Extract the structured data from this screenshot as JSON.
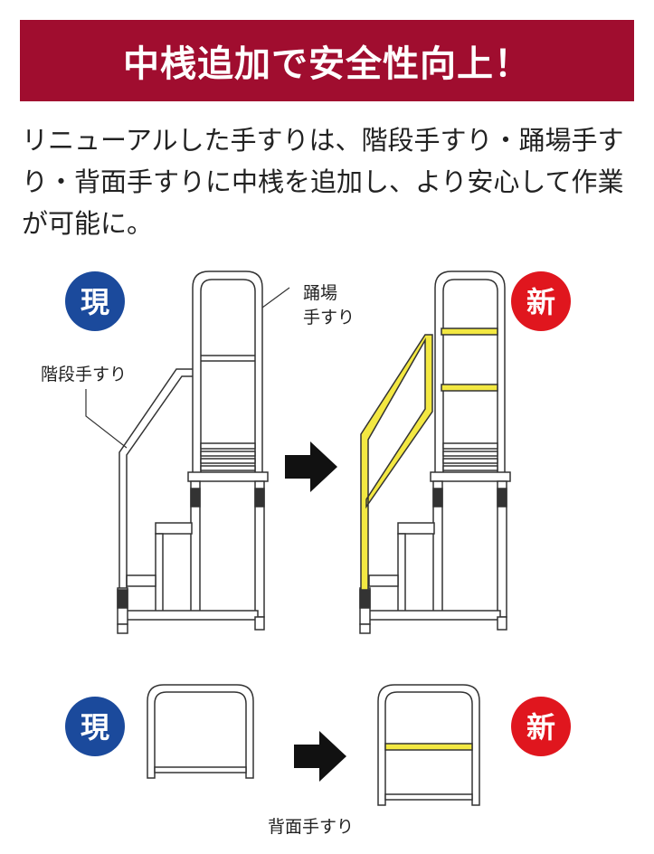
{
  "banner": {
    "title": "中桟追加で安全性向上！"
  },
  "description": "リニューアルした手すりは、階段手すり・踊場手すり・背面手すりに中桟を追加し、より安心して作業が可能に。",
  "labels": {
    "landing_rail_1": "踊場",
    "landing_rail_2": "手すり",
    "stair_rail": "階段手すり",
    "back_rail": "背面手すり"
  },
  "badges": {
    "current": "現",
    "new": "新"
  },
  "colors": {
    "banner": "#a00d2f",
    "current_badge": "#1b4a9c",
    "new_badge": "#e0161e",
    "mid_rail": "#f3e842"
  }
}
